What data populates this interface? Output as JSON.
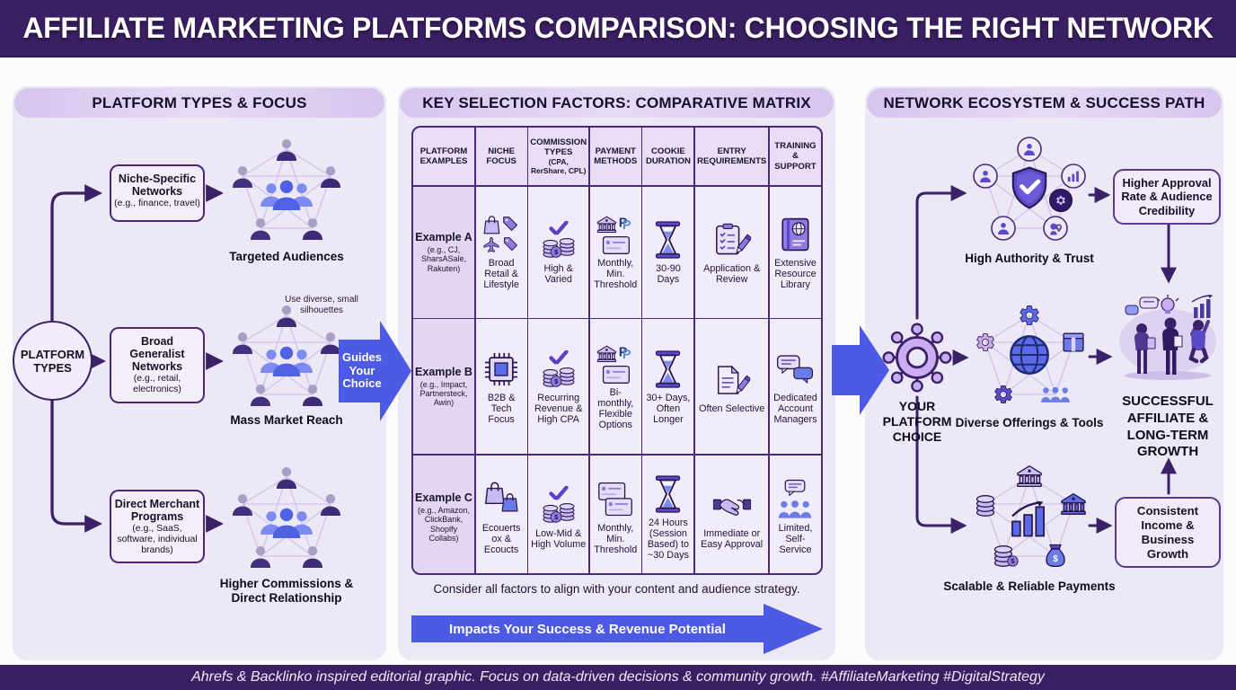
{
  "header": {
    "title": "AFFILIATE MARKETING PLATFORMS COMPARISON: CHOOSING THE RIGHT NETWORK"
  },
  "footer": {
    "text": "Ahrefs & Backlinko inspired editorial graphic. Focus on data-driven decisions & community growth. #AffiliateMarketing #DigitalStrategy"
  },
  "left_panel": {
    "title": "PLATFORM TYPES & FOCUS",
    "root_label": "PLATFORM TYPES",
    "annotation": "Use diverse, small silhouettes",
    "guide_arrow_label": "Guides Your Choice",
    "branches": [
      {
        "box_title": "Niche-Specific Networks",
        "box_subtitle": "(e.g., finance, travel)",
        "outcome": "Targeted Audiences"
      },
      {
        "box_title": "Broad Generalist Networks",
        "box_subtitle": "(e.g., retail, electronics)",
        "outcome": "Mass Market Reach"
      },
      {
        "box_title": "Direct Merchant Programs",
        "box_subtitle": "(e.g., SaaS, software, individual brands)",
        "outcome": "Higher Commissions & Direct Relationship"
      }
    ]
  },
  "matrix_panel": {
    "title": "KEY SELECTION FACTORS: COMPARATIVE MATRIX",
    "columns": [
      {
        "label": "PLATFORM EXAMPLES"
      },
      {
        "label": "NICHE FOCUS"
      },
      {
        "label": "COMMISSION TYPES",
        "sublabel": "(CPA, RerShare, CPL)"
      },
      {
        "label": "PAYMENT METHODS"
      },
      {
        "label": "COOKIE DURATION"
      },
      {
        "label": "ENTRY REQUIREMENTS"
      },
      {
        "label": "TRAINING & SUPPORT"
      }
    ],
    "rows": [
      {
        "name": "Example A",
        "examples": "(e.g., CJ, SharsASale, Rakuten)",
        "cells": [
          {
            "icon": "retail-lifestyle-icons",
            "label": "Broad Retail & Lifestyle"
          },
          {
            "icon": "check-coins-icon",
            "label": "High & Varied"
          },
          {
            "icon": "bank-paypal-card-icon",
            "label": "Monthly, Min. Threshold"
          },
          {
            "icon": "hourglass-icon",
            "label": "30-90 Days"
          },
          {
            "icon": "clipboard-pencil-icon",
            "label": "Application & Review"
          },
          {
            "icon": "resource-book-icon",
            "label": "Extensive Resource Library"
          }
        ]
      },
      {
        "name": "Example B",
        "examples": "(e.g., Impact, Partnersteck, Awin)",
        "cells": [
          {
            "icon": "chip-icon",
            "label": "B2B & Tech Focus"
          },
          {
            "icon": "check-coins-icon",
            "label": "Recurring Revenue & High CPA"
          },
          {
            "icon": "bank-paypal-card-icon",
            "label": "Bi-monthly, Flexible Options"
          },
          {
            "icon": "hourglass-icon",
            "label": "30+ Days, Often Longer"
          },
          {
            "icon": "document-pencil-icon",
            "label": "Often Selective"
          },
          {
            "icon": "chat-bubbles-icon",
            "label": "Dedicated Account Managers"
          }
        ]
      },
      {
        "name": "Example C",
        "examples": "(e.g., Amazon, ClickBank, Shoplfy Collabs)",
        "cells": [
          {
            "icon": "shopping-bags-icon",
            "label": "Ecouerts ox & Ecoucts"
          },
          {
            "icon": "check-coins-icon",
            "label": "Low-Mid & High Volume"
          },
          {
            "icon": "credit-cards-icon",
            "label": "Monthly, Min. Threshold"
          },
          {
            "icon": "hourglass-icon",
            "label": "24 Hours (Session Based) to ~30 Days"
          },
          {
            "icon": "handshake-icon",
            "label": "Immediate or Easy Approval"
          },
          {
            "icon": "chat-people-icon",
            "label": "Limited, Self-Service"
          }
        ]
      }
    ],
    "note": "Consider all factors to align with your content and audience strategy.",
    "impact_arrow_label": "Impacts Your Success & Revenue Potential"
  },
  "ecosystem_panel": {
    "title": "NETWORK ECOSYSTEM & SUCCESS PATH",
    "hub_label": "YOUR PLATFORM CHOICE",
    "trust_caption": "High Authority & Trust",
    "trust_outcome": "Higher Approval Rate & Audience Credibility",
    "tools_caption": "Diverse Offerings & Tools",
    "success_outcome": "SUCCESSFUL AFFILIATE & LONG-TERM GROWTH",
    "payments_caption": "Scalable & Reliable Payments",
    "income_outcome": "Consistent Income & Business Growth"
  },
  "colors": {
    "bar_purple": "#3A1F63",
    "panel_lavender": "#ECE8F6",
    "accent_blue": "#4C5AE5",
    "line_purple": "#3A2168",
    "table_border": "#4A2B7A"
  }
}
